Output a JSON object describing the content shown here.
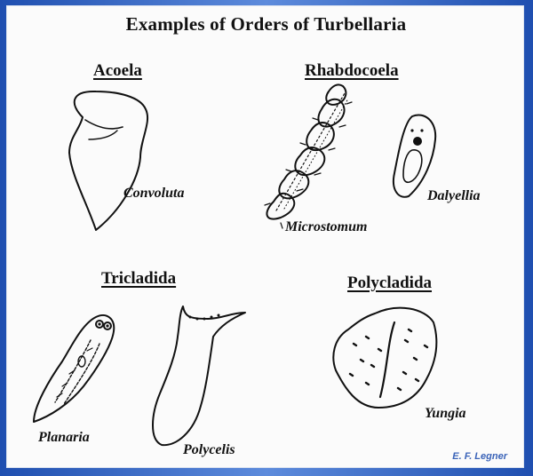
{
  "title": "Examples of Orders of Turbellaria",
  "orders": [
    {
      "name": "Acoela",
      "species": [
        "Convoluta"
      ]
    },
    {
      "name": "Rhabdocoela",
      "species": [
        "Microstomum",
        "Dalyellia"
      ]
    },
    {
      "name": "Tricladida",
      "species": [
        "Planaria",
        "Polycelis"
      ]
    },
    {
      "name": "Polycladida",
      "species": [
        "Yungia"
      ]
    }
  ],
  "credit": "E. F. Legner",
  "colors": {
    "frame": "#2c5ab6",
    "panel": "#fbfbfb",
    "ink": "#111111",
    "credit": "#3a63b8"
  }
}
